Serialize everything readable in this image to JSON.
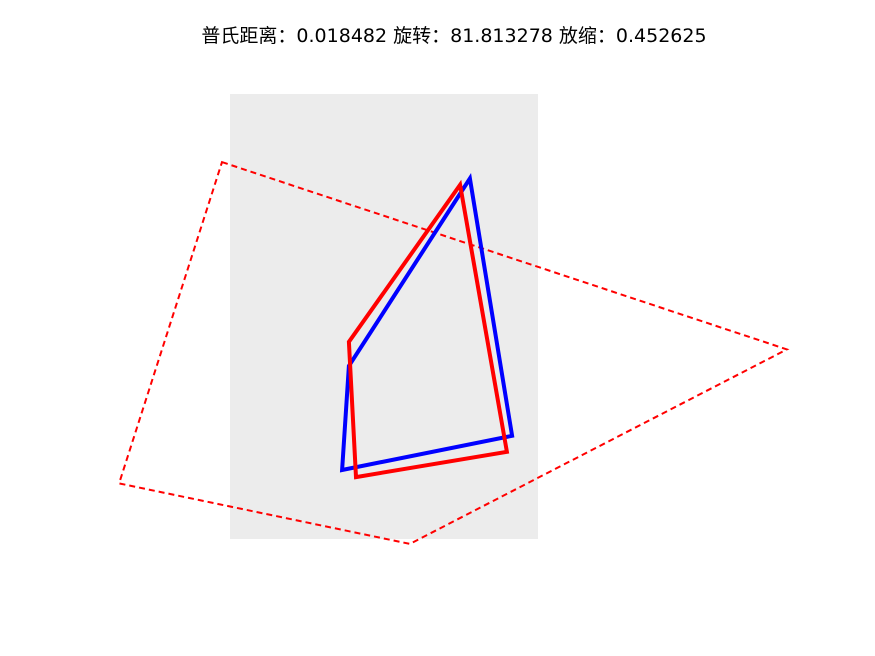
{
  "chart_data": {
    "type": "line",
    "title": "普氏距离：0.018482 旋转：81.813278 放缩：0.452625",
    "grid": false,
    "axis_visible": false,
    "legend": "none",
    "axes_background": "#ececec",
    "xlim": [
      0,
      1
    ],
    "ylim": [
      0,
      1
    ],
    "series": [
      {
        "style": "solid",
        "color": "#0000ff",
        "closed": true,
        "points": [
          [
            0.779,
            0.81
          ],
          [
            0.916,
            0.232
          ],
          [
            0.364,
            0.155
          ],
          [
            0.386,
            0.389
          ]
        ]
      },
      {
        "style": "solid",
        "color": "#ff0000",
        "closed": true,
        "points": [
          [
            0.747,
            0.796
          ],
          [
            0.899,
            0.196
          ],
          [
            0.409,
            0.139
          ],
          [
            0.386,
            0.443
          ]
        ]
      },
      {
        "style": "dashed",
        "color": "#ff0000",
        "closed": true,
        "points": [
          [
            -0.026,
            0.847
          ],
          [
            1.808,
            0.426
          ],
          [
            0.584,
            -0.011
          ],
          [
            -0.36,
            0.125
          ]
        ]
      }
    ]
  }
}
